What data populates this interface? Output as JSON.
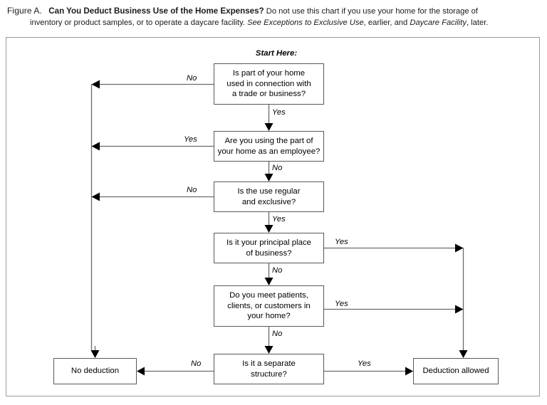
{
  "caption": {
    "figure_label": "Figure A.",
    "title": "Can You Deduct Business Use of the Home Expenses?",
    "body_part_1": "Do not use this chart if you use your home for the storage of",
    "body_part_2": "inventory or product samples, or to operate a daycare facility.",
    "see_word": "See",
    "ref_1": "Exceptions to Exclusive Use",
    "connector_1": ", earlier, and",
    "ref_2": "Daycare Facility",
    "connector_2": ", later."
  },
  "chart": {
    "start_label": "Start Here:",
    "boxes": {
      "q1": "Is part of your home used in connection with a trade or business?",
      "q1_lines": [
        "Is part of your home",
        "used in connection with",
        "a trade or business?"
      ],
      "q2_lines": [
        "Are you using the part of",
        "your home as an employee?"
      ],
      "q3_lines": [
        "Is the use regular",
        "and exclusive?"
      ],
      "q4_lines": [
        "Is it your principal place",
        "of business?"
      ],
      "q5_lines": [
        "Do you meet patients,",
        "clients, or customers in",
        "your home?"
      ],
      "q6_lines": [
        "Is it a separate",
        "structure?"
      ],
      "no_deduction": "No deduction",
      "deduction_allowed": "Deduction allowed"
    },
    "edge_labels": {
      "q1_down": "Yes",
      "q1_left": "No",
      "q2_down": "No",
      "q2_left": "Yes",
      "q3_down": "Yes",
      "q3_left": "No",
      "q4_down": "No",
      "q4_right": "Yes",
      "q5_down": "No",
      "q5_right": "Yes",
      "q6_left": "No",
      "q6_right": "Yes"
    },
    "colors": {
      "frame_border": "#9a9a9a",
      "box_border": "#595959",
      "connector": "#6b6b6b",
      "arrowhead": "#000000",
      "text": "#000000",
      "background": "#ffffff"
    }
  }
}
